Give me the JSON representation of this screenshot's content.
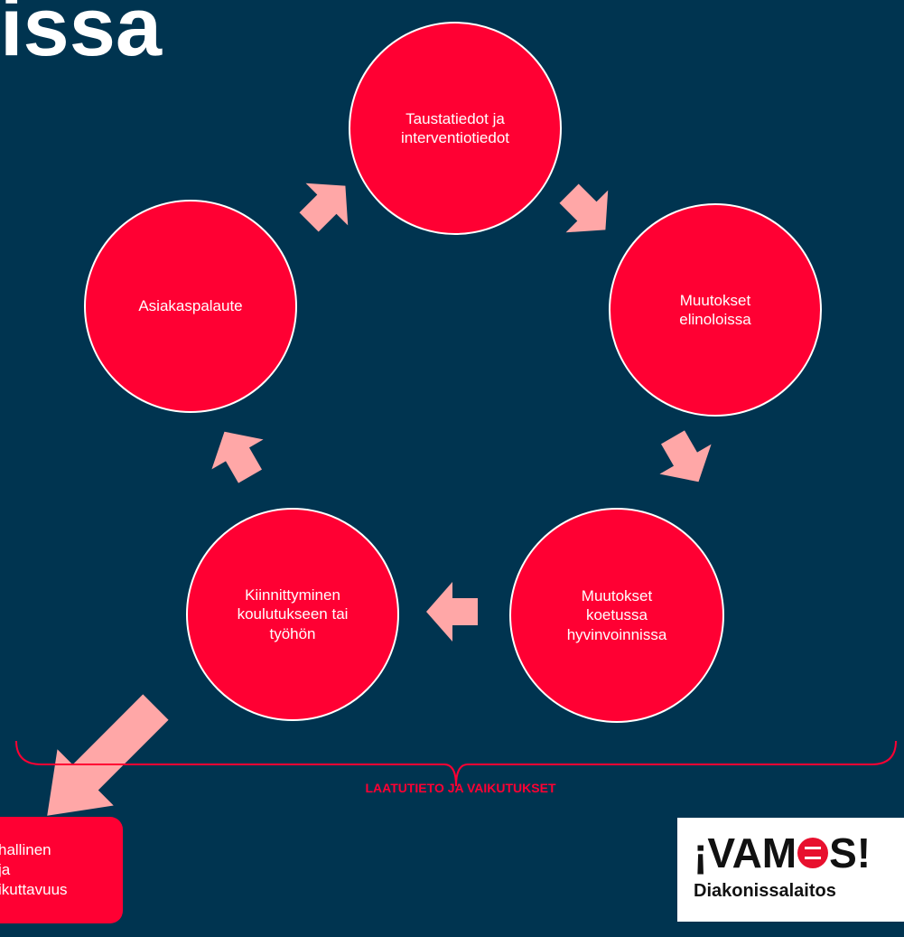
{
  "title": "issa",
  "diagram": {
    "nodes": [
      {
        "id": "taustatiedot",
        "label": "Taustatiedot ja\ninterventiotiedot"
      },
      {
        "id": "muutokset-elinoloissa",
        "label": "Muutokset\nelinoloissa"
      },
      {
        "id": "muutokset-hyvinvoinnissa",
        "label": "Muutokset\nkoetussa\nhyvinvoinnissa"
      },
      {
        "id": "kiinnittyminen",
        "label": "Kiinnittyminen\nkoulutukseen tai\ntyöhön"
      },
      {
        "id": "asiakaspalaute",
        "label": "Asiakaspalaute"
      }
    ],
    "outcome": {
      "label": "hallinen\nja\nikuttavuus"
    },
    "bracket_label": "LAATUTIETO JA VAIKUTUKSET"
  },
  "logo": {
    "main_before": "¡VAM",
    "main_after": "S!",
    "sub": "Diakonissalaitos"
  },
  "colors": {
    "background": "#003450",
    "node_fill": "#ff0033",
    "node_border": "#ffffff",
    "arrow": "#ffa7a7",
    "bracket": "#ff0033",
    "label_text": "#ffffff"
  }
}
